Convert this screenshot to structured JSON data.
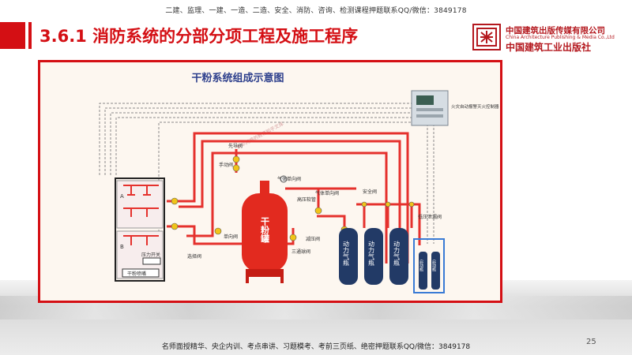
{
  "header": {
    "banner": "二建、监理、一建、一造、二造、安全、消防、咨询、检测课程押题联系QQ/微信：3849178",
    "title": "3.6.1  消防系统的分部分项工程及施工程序"
  },
  "publisher": {
    "name_cn": "中国建筑出版传媒有限公司",
    "name_en": "China Architecture Publishing & Media Co.,Ltd",
    "brand": "中国建筑工业出版社"
  },
  "diagram": {
    "title": "干粉系统组成示意图",
    "watermark": "新华网盛的教育知乎文库",
    "labels": {
      "zone_a": "A",
      "zone_b": "B",
      "pressure_switch": "压力开关",
      "nozzle": "干粉喷嘴",
      "relief_valve": "先导阀",
      "manual_valve": "手动阀",
      "check_valve": "单向阀",
      "selector_valve": "选择阀",
      "tank_text": "干粉罐",
      "gas_valve": "气体单向阀",
      "high_pressure_hose": "高压软管",
      "safety_valve": "安全阀",
      "three_way_valve": "三通球阀",
      "reducing_valve": "减压阀",
      "power_bottle": "动力气瓶",
      "start_bottle": "启动瓶",
      "low_pressure_valve": "低压泄漏阀",
      "controller": "火灾自动报警灭火控制器",
      "gas_check_valve": "气体单向阀"
    },
    "colors": {
      "pipe": "#e5312d",
      "dashed": "#8a8a8a",
      "frame": "#d40f14",
      "tank": "#e22a1f",
      "bottle": "#223a66",
      "highlight": "#3a7bd5"
    }
  },
  "footer": {
    "banner": "名师面授精华、央企内训、考点串讲、习题模考、考前三页纸、绝密押题联系QQ/微信：3849178",
    "page_number": "25"
  }
}
